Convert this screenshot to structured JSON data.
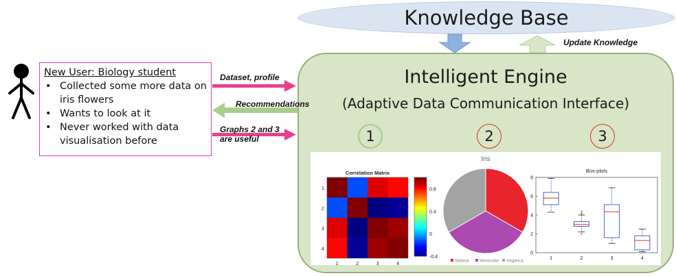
{
  "knowledge_base": {
    "label": "Knowledge Base"
  },
  "update_label": "Update Knowledge",
  "engine": {
    "title": "Intelligent Engine",
    "subtitle": "(Adaptive Data Communication Interface)"
  },
  "user": {
    "heading": "New User: Biology student",
    "bullets": [
      "Collected some more data on iris flowers",
      "Wants to look at it",
      "Never worked with data visualisation before"
    ]
  },
  "arrows": {
    "dataset": "Dataset, profile",
    "recommendations": "Recommendations",
    "graphs_line1": "Graphs 2 and 3",
    "graphs_line2": "are useful"
  },
  "markers": [
    "1",
    "2",
    "3"
  ],
  "colors": {
    "pink_arrow": "#e8408f",
    "green_arrow": "#a9cd8a",
    "blue_arrow": "#8fb1df",
    "red_circle": "#d9302a",
    "green_circle_border": "#a7c98c"
  },
  "chart_data": [
    {
      "type": "heatmap",
      "title": "Correlation Matrix",
      "x": [
        "1",
        "2",
        "3",
        "4"
      ],
      "y": [
        "1",
        "2",
        "3",
        "4"
      ],
      "values": [
        [
          1,
          -0.12,
          0.87,
          0.82
        ],
        [
          -0.12,
          1,
          -0.43,
          -0.37
        ],
        [
          0.87,
          -0.43,
          1,
          0.96
        ],
        [
          0.82,
          -0.37,
          0.96,
          1
        ]
      ],
      "zlim": [
        -0.4,
        1
      ],
      "colorbar_ticks": [
        "0.8",
        "0.4",
        "0",
        "-0.4"
      ]
    },
    {
      "type": "pie",
      "title": "Iris",
      "labels": [
        "Setosa",
        "Versicolor",
        "Virginica"
      ],
      "values": [
        50,
        50,
        50
      ],
      "colors": [
        "#e8252d",
        "#ac4ab1",
        "#a3a3a3"
      ]
    },
    {
      "type": "box",
      "title": "Box-plots",
      "categories": [
        "1",
        "2",
        "3",
        "4"
      ],
      "ylim": [
        0,
        8
      ],
      "yticks": [
        "0",
        "2",
        "4",
        "6",
        "8"
      ],
      "boxes": [
        {
          "min": 4.3,
          "q1": 5.1,
          "median": 5.8,
          "q3": 6.4,
          "max": 7.9
        },
        {
          "min": 2.2,
          "q1": 2.8,
          "median": 3.0,
          "q3": 3.3,
          "max": 4.0,
          "outliers": [
            2.0,
            4.1,
            4.2,
            4.4
          ]
        },
        {
          "min": 1.0,
          "q1": 1.6,
          "median": 4.35,
          "q3": 5.1,
          "max": 6.9
        },
        {
          "min": 0.1,
          "q1": 0.3,
          "median": 1.3,
          "q3": 1.8,
          "max": 2.5
        }
      ]
    }
  ]
}
